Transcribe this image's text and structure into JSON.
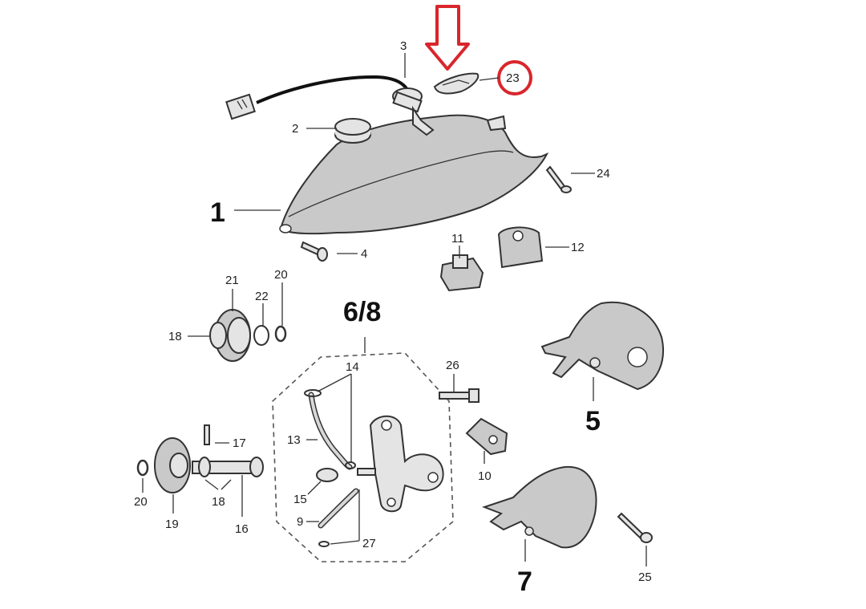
{
  "callouts": {
    "c1": "1",
    "c2": "2",
    "c3": "3",
    "c4": "4",
    "c5": "5",
    "c68": "6/8",
    "c7": "7",
    "c9": "9",
    "c10": "10",
    "c11": "11",
    "c12": "12",
    "c13": "13",
    "c14": "14",
    "c15": "15",
    "c16": "16",
    "c17": "17",
    "c18a": "18",
    "c18b": "18",
    "c19": "19",
    "c20a": "20",
    "c20b": "20",
    "c21": "21",
    "c22": "22",
    "c23": "23",
    "c24": "24",
    "c25": "25",
    "c26": "26",
    "c27": "27"
  },
  "highlight": {
    "color": "#d8262c",
    "target": "23"
  }
}
